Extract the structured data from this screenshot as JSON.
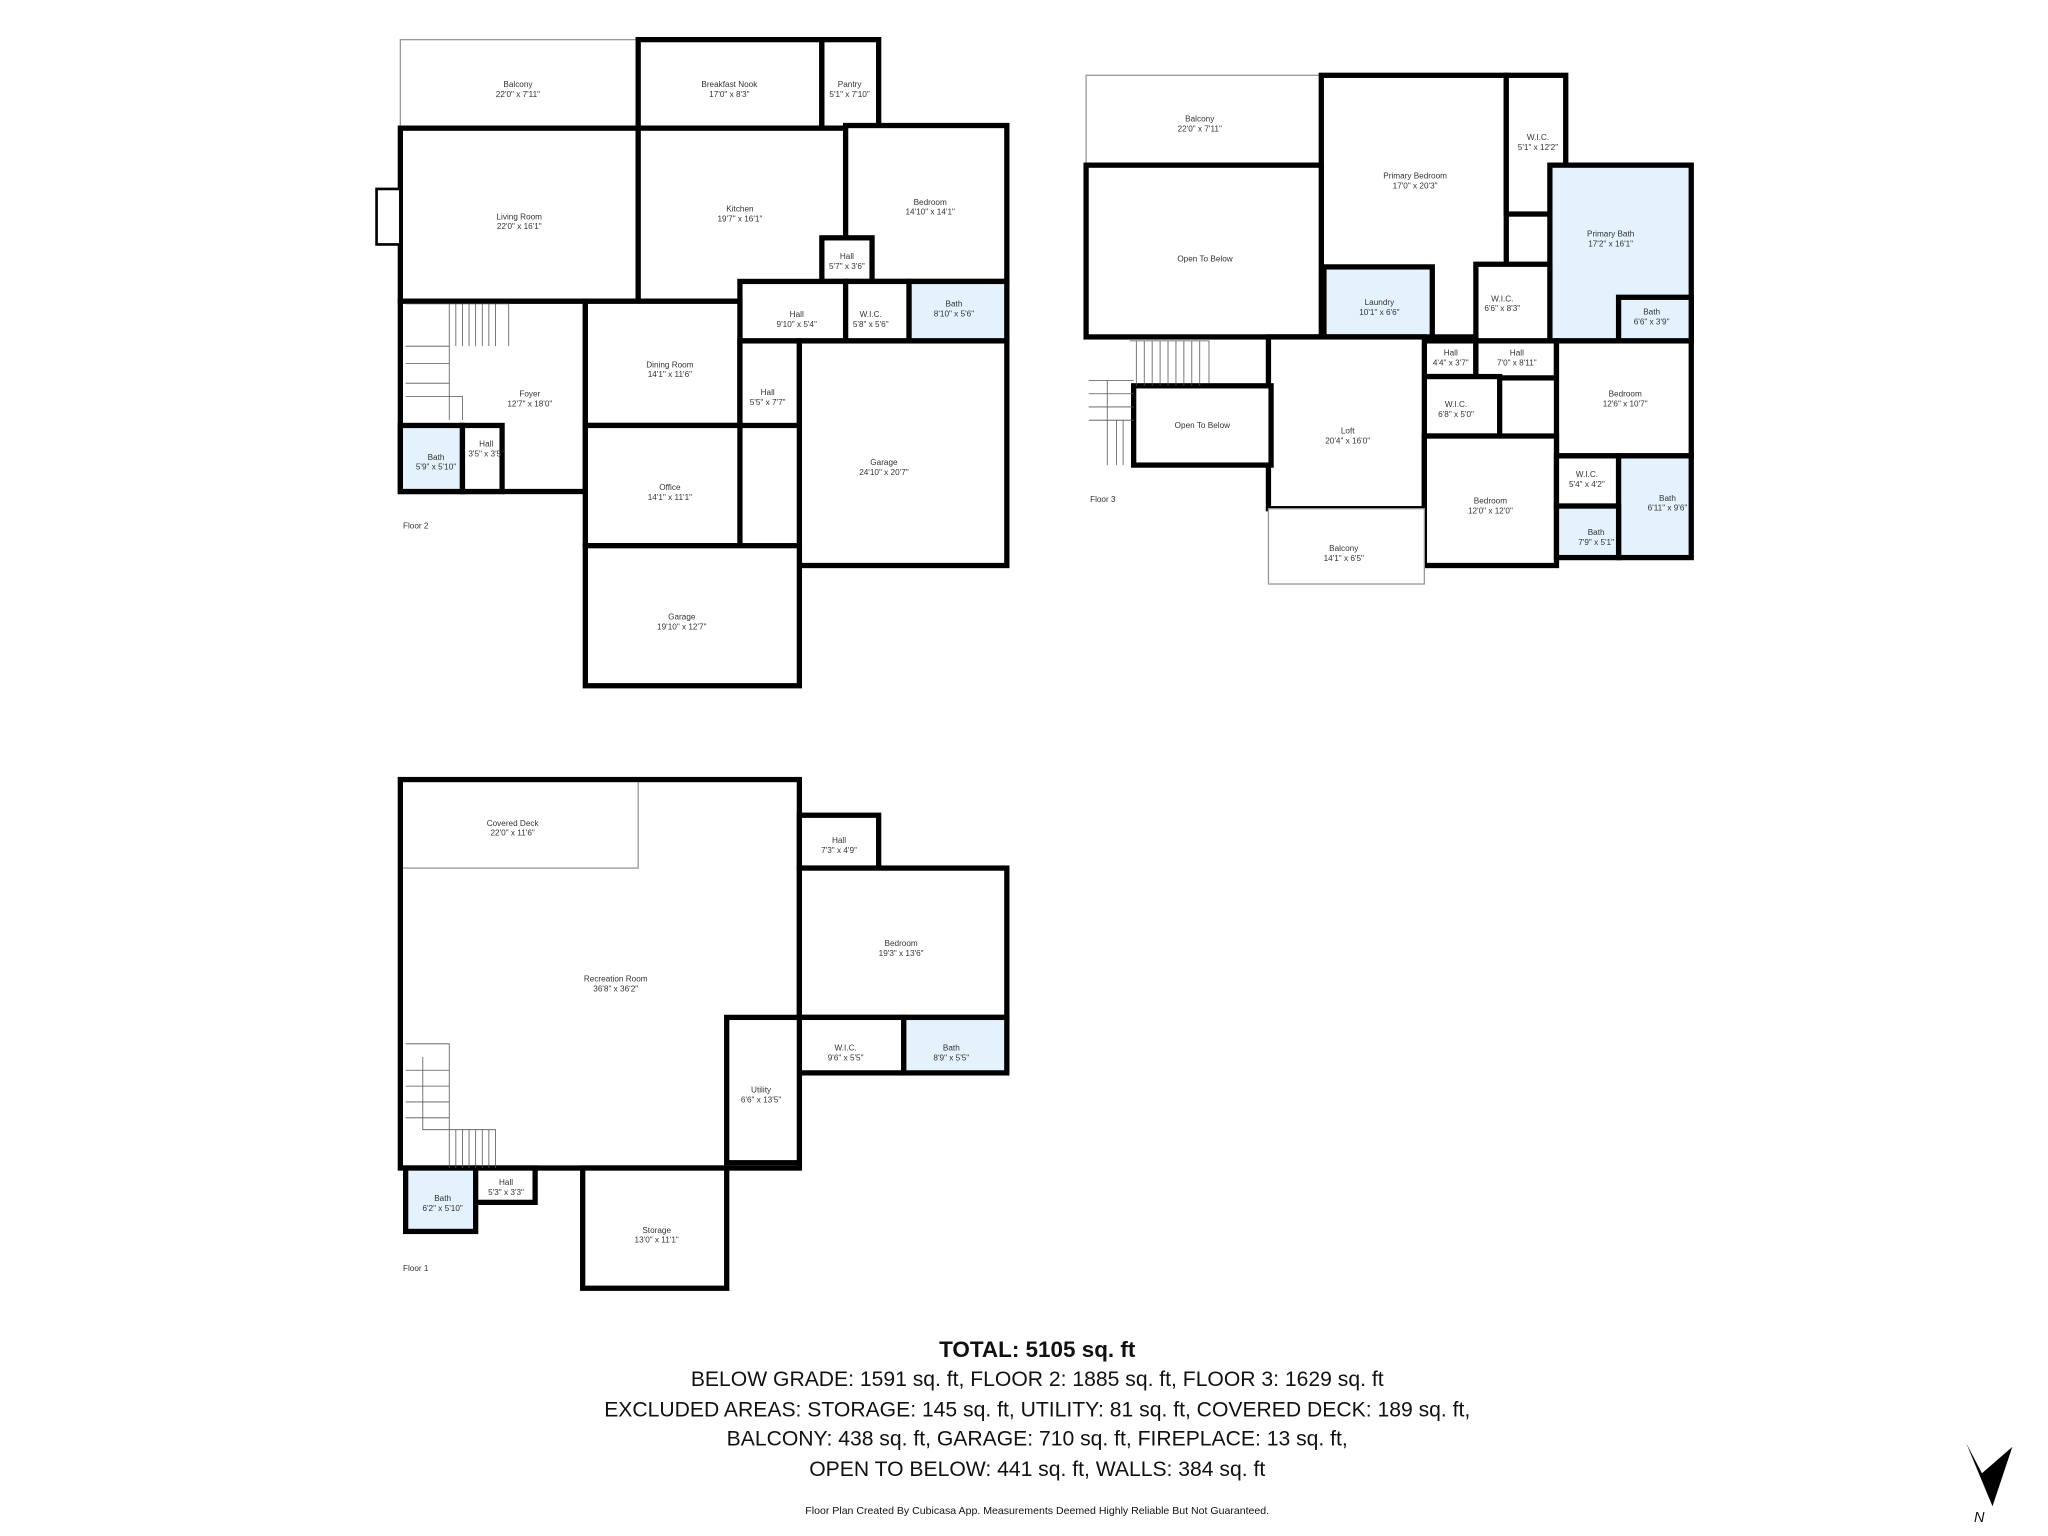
{
  "colors": {
    "wall": "#000000",
    "wet_room_fill": "#e3f2fc",
    "room_fill": "#ffffff",
    "thin_outline": "#999999"
  },
  "floors": [
    {
      "label": "Floor 2",
      "rooms": [
        {
          "name": "Balcony",
          "dims": "22'0\" x 7'11\""
        },
        {
          "name": "Breakfast Nook",
          "dims": "17'0\" x 8'3\""
        },
        {
          "name": "Pantry",
          "dims": "5'1\" x 7'10\""
        },
        {
          "name": "Living Room",
          "dims": "22'0\" x 16'1\""
        },
        {
          "name": "Kitchen",
          "dims": "19'7\" x 16'1\""
        },
        {
          "name": "Bedroom",
          "dims": "14'10\" x 14'1\""
        },
        {
          "name": "Hall",
          "dims": "5'7\" x 3'6\""
        },
        {
          "name": "Hall",
          "dims": "9'10\" x 5'4\""
        },
        {
          "name": "W.I.C.",
          "dims": "5'8\" x 5'6\""
        },
        {
          "name": "Bath",
          "dims": "8'10\" x 5'6\"",
          "wet": true
        },
        {
          "name": "Foyer",
          "dims": "12'7\" x 18'0\""
        },
        {
          "name": "Bath",
          "dims": "5'9\" x 5'10\"",
          "wet": true
        },
        {
          "name": "Hall",
          "dims": "3'5\" x 3'5\""
        },
        {
          "name": "Dining Room",
          "dims": "14'1\" x 11'6\""
        },
        {
          "name": "Hall",
          "dims": "5'5\" x 7'7\""
        },
        {
          "name": "Office",
          "dims": "14'1\" x 11'1\""
        },
        {
          "name": "Garage",
          "dims": "24'10\" x 20'7\""
        },
        {
          "name": "Garage",
          "dims": "19'10\" x 12'7\""
        }
      ]
    },
    {
      "label": "Floor 3",
      "rooms": [
        {
          "name": "Balcony",
          "dims": "22'0\" x 7'11\""
        },
        {
          "name": "Primary Bedroom",
          "dims": "17'0\" x 20'3\""
        },
        {
          "name": "W.I.C.",
          "dims": "5'1\" x 12'2\""
        },
        {
          "name": "Primary Bath",
          "dims": "17'2\" x 16'1\"",
          "wet": true
        },
        {
          "name": "Open To Below",
          "dims": ""
        },
        {
          "name": "Laundry",
          "dims": "10'1\" x 6'6\"",
          "wet": true
        },
        {
          "name": "W.I.C.",
          "dims": "6'6\" x 8'3\""
        },
        {
          "name": "Bath",
          "dims": "6'6\" x 3'9\"",
          "wet": true
        },
        {
          "name": "Hall",
          "dims": "4'4\" x 3'7\""
        },
        {
          "name": "Hall",
          "dims": "7'0\" x 8'11\""
        },
        {
          "name": "W.I.C.",
          "dims": "6'8\" x 5'0\""
        },
        {
          "name": "Bedroom",
          "dims": "12'6\" x 10'7\""
        },
        {
          "name": "Loft",
          "dims": "20'4\" x 16'0\""
        },
        {
          "name": "Open To Below",
          "dims": ""
        },
        {
          "name": "Bedroom",
          "dims": "12'0\" x 12'0\""
        },
        {
          "name": "W.I.C.",
          "dims": "5'4\" x 4'2\""
        },
        {
          "name": "Bath",
          "dims": "6'11\" x 9'6\"",
          "wet": true
        },
        {
          "name": "Bath",
          "dims": "7'9\" x 5'1\"",
          "wet": true
        },
        {
          "name": "Balcony",
          "dims": "14'1\" x 6'5\""
        }
      ]
    },
    {
      "label": "Floor 1",
      "rooms": [
        {
          "name": "Covered Deck",
          "dims": "22'0\" x 11'6\""
        },
        {
          "name": "Recreation Room",
          "dims": "36'8\" x 36'2\""
        },
        {
          "name": "Hall",
          "dims": "7'3\" x 4'9\""
        },
        {
          "name": "Bedroom",
          "dims": "19'3\" x 13'6\""
        },
        {
          "name": "W.I.C.",
          "dims": "9'6\" x 5'5\""
        },
        {
          "name": "Bath",
          "dims": "8'9\" x 5'5\"",
          "wet": true
        },
        {
          "name": "Utility",
          "dims": "6'6\" x 13'5\""
        },
        {
          "name": "Bath",
          "dims": "6'2\" x 5'10\"",
          "wet": true
        },
        {
          "name": "Hall",
          "dims": "5'3\" x 3'3\""
        },
        {
          "name": "Storage",
          "dims": "13'0\" x 11'1\""
        }
      ]
    }
  ],
  "summary": {
    "total": "TOTAL: 5105 sq. ft",
    "line1": "BELOW GRADE: 1591 sq. ft, FLOOR 2: 1885 sq. ft, FLOOR 3: 1629 sq. ft",
    "line2": "EXCLUDED AREAS: STORAGE: 145 sq. ft, UTILITY: 81 sq. ft, COVERED DECK: 189 sq. ft,",
    "line3": "BALCONY: 438 sq. ft, GARAGE: 710 sq. ft, FIREPLACE: 13 sq. ft,",
    "line4": "OPEN TO BELOW: 441 sq. ft, WALLS: 384 sq. ft",
    "disclaimer": "Floor Plan Created By Cubicasa App. Measurements Deemed Highly Reliable But Not Guaranteed."
  },
  "compass": {
    "label": "N",
    "icon": "north-arrow-icon"
  }
}
